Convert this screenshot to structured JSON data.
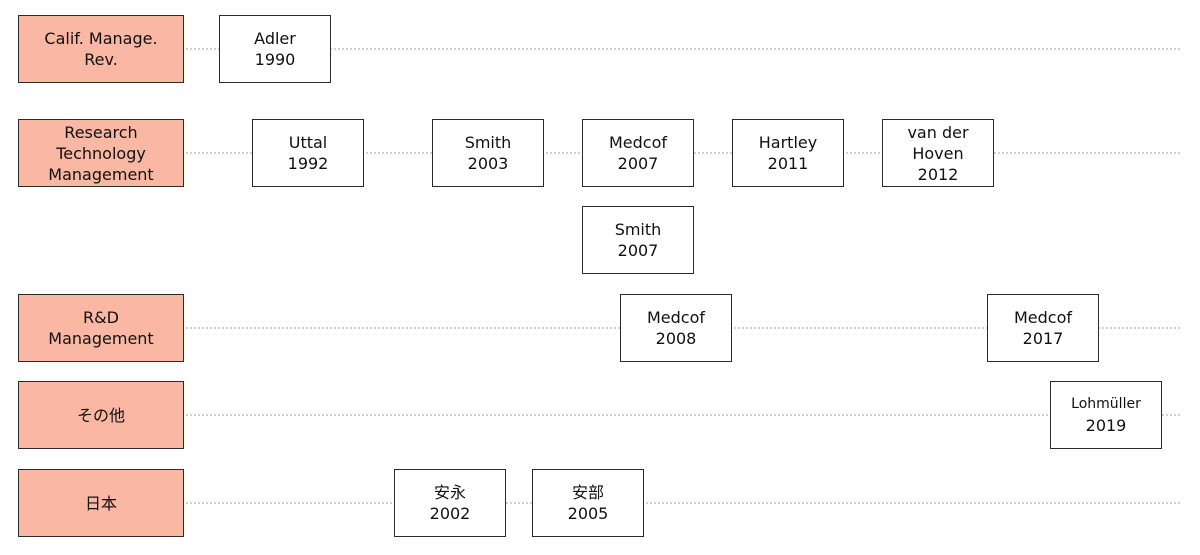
{
  "colors": {
    "lane_fill": "#F9B7A4",
    "border": "#2a2a2a",
    "line": "#cfcfcf"
  },
  "lanes": [
    {
      "id": "cmr",
      "label": "Calif. Manage.\nRev."
    },
    {
      "id": "rtm",
      "label": "Research\nTechnology\nManagement"
    },
    {
      "id": "rdm",
      "label": "R&D\nManagement"
    },
    {
      "id": "other",
      "label": "その他"
    },
    {
      "id": "japan",
      "label": "日本"
    }
  ],
  "papers": [
    {
      "author": "Adler",
      "year": "1990",
      "lane": "cmr"
    },
    {
      "author": "Uttal",
      "year": "1992",
      "lane": "rtm"
    },
    {
      "author": "Smith",
      "year": "2003",
      "lane": "rtm"
    },
    {
      "author": "Medcof",
      "year": "2007",
      "lane": "rtm"
    },
    {
      "author": "Smith",
      "year": "2007",
      "lane": "rtm",
      "row": 2
    },
    {
      "author": "Hartley",
      "year": "2011",
      "lane": "rtm"
    },
    {
      "author": "van der\nHoven",
      "year": "2012",
      "lane": "rtm"
    },
    {
      "author": "Medcof",
      "year": "2008",
      "lane": "rdm"
    },
    {
      "author": "Medcof",
      "year": "2017",
      "lane": "rdm"
    },
    {
      "author": "Lohmüller",
      "year": "2019",
      "lane": "other"
    },
    {
      "author": "安永",
      "year": "2002",
      "lane": "japan"
    },
    {
      "author": "安部",
      "year": "2005",
      "lane": "japan"
    }
  ]
}
